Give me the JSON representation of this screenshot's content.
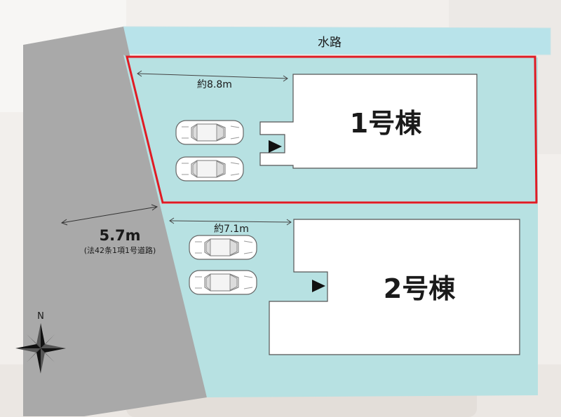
{
  "site_plan": {
    "canal_label": "水路",
    "road": {
      "width_label": "5.7m",
      "note": "(法42条1項1号道路)"
    },
    "lots": [
      {
        "building": "1号棟",
        "frontage": "約8.8m",
        "parking_spaces": 2,
        "highlighted": true
      },
      {
        "building": "2号棟",
        "frontage": "約7.1m",
        "parking_spaces": 2,
        "highlighted": false
      }
    ],
    "compass": {
      "north_label": "N"
    }
  },
  "colors": {
    "lot_fill": "#b7e1e2",
    "canal_fill": "#b8e3ea",
    "road_fill": "#a9a9a9",
    "highlight_border": "#e01b24",
    "building_fill": "#ffffff",
    "background": "#f2efec"
  }
}
